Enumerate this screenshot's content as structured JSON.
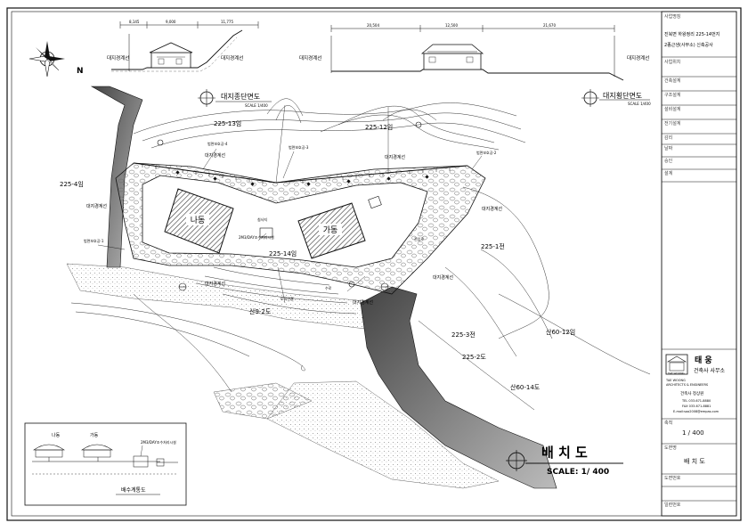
{
  "sheet": {
    "title": "배 치 도",
    "scale": "SCALE: 1/ 400"
  },
  "compass": {
    "label": "N"
  },
  "sections": {
    "longitudinal": {
      "title": "대지종단면도",
      "scale": "SCALE 1/400",
      "boundary_left": "대지경계선",
      "boundary_right": "대지경계선",
      "dims": [
        "8,145",
        "9,000",
        "11,775"
      ]
    },
    "transverse": {
      "title": "대지횡단면도",
      "scale": "SCALE 1/400",
      "boundary_left": "대지경계선",
      "boundary_right": "대지경계선",
      "dims": [
        "20,504",
        "12,500",
        "21,670"
      ]
    }
  },
  "plan": {
    "buildings": {
      "b": "나동",
      "a": "가동"
    },
    "lots": [
      "225-13임",
      "225-12임",
      "225-4임",
      "225-14임",
      "225-1전",
      "산9-2도",
      "225-3전",
      "225-2도",
      "산60-12임",
      "산60-14도"
    ],
    "boundary": "대지경계선",
    "labels": [
      "법면보호공-4",
      "법면보호공-3",
      "법면보호공-2",
      "법면보호공-1",
      "2M3/DAY조수처리시설",
      "침사지",
      "토목연결",
      "진입로",
      "수로"
    ]
  },
  "detail": {
    "title": "배수계통도",
    "building_a": "나동",
    "building_b": "가동",
    "treatment": "2M3/DAY조수처리시설"
  },
  "title_block": {
    "project_label": "사업명칭",
    "project_name_1": "진북면 하왕정리 225-14번지",
    "project_name_2": "2종근생(사무소) 신축공사",
    "rows": [
      "사업위치",
      "건축설계",
      "구조설계",
      "설비설계",
      "전기설계",
      "감리",
      "날짜",
      "승인",
      "설계"
    ],
    "firm_logo": "TAE WOONG",
    "firm_name_kr": "태 웅",
    "firm_sub_kr": "건축사 사무소",
    "firm_name_en_1": "TAE WOONG",
    "firm_name_en_2": "ARCHITECTS & ENGINEERS",
    "architect": "건축사 정상원",
    "tel": "TEL 033-671-8880",
    "fax": "FAX 033-671-8881",
    "email": "E-mail:soo2008@empas.com",
    "scale_label": "축척",
    "scale_value": "1 / 400",
    "drawing_label": "도면명",
    "drawing_value": "배 치 도",
    "drawing_no_label": "도면번호",
    "sheet_no_label": "일련번호"
  }
}
